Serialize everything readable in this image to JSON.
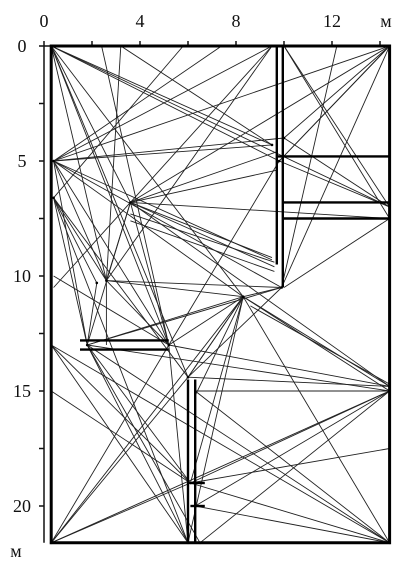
{
  "x_axis": {
    "ticks": [
      {
        "value": 0,
        "label": "0"
      },
      {
        "value": 4,
        "label": "4"
      },
      {
        "value": 8,
        "label": "8"
      },
      {
        "value": 12,
        "label": "12"
      }
    ],
    "unit_label": "м",
    "range": [
      0,
      14
    ]
  },
  "y_axis": {
    "ticks": [
      {
        "value": 0,
        "label": "0"
      },
      {
        "value": 5,
        "label": "5"
      },
      {
        "value": 10,
        "label": "10"
      },
      {
        "value": 15,
        "label": "15"
      },
      {
        "value": 20,
        "label": "20"
      }
    ],
    "unit_label": "м",
    "range": [
      0,
      21.5
    ]
  },
  "plan": {
    "outer_boundary": [
      [
        0.3,
        0
      ],
      [
        14.4,
        0
      ],
      [
        14.4,
        21.6
      ],
      [
        0.3,
        21.6
      ]
    ],
    "walls": [
      [
        [
          9.7,
          0
        ],
        [
          9.7,
          9.5
        ]
      ],
      [
        [
          9.95,
          0
        ],
        [
          9.95,
          10.5
        ]
      ],
      [
        [
          9.7,
          4.8
        ],
        [
          14.4,
          4.8
        ]
      ],
      [
        [
          10,
          6.8
        ],
        [
          14.4,
          6.8
        ]
      ],
      [
        [
          10,
          7.5
        ],
        [
          14.4,
          7.5
        ]
      ],
      [
        [
          1.5,
          12.8
        ],
        [
          5.2,
          12.8
        ]
      ],
      [
        [
          1.5,
          13.2
        ],
        [
          5.2,
          13.2
        ]
      ],
      [
        [
          6,
          14.5
        ],
        [
          6,
          21.6
        ]
      ],
      [
        [
          6.3,
          14.5
        ],
        [
          6.3,
          21.6
        ]
      ],
      [
        [
          6.1,
          19
        ],
        [
          6.7,
          19
        ]
      ],
      [
        [
          6.1,
          20
        ],
        [
          6.7,
          20
        ]
      ]
    ],
    "hubs": [
      [
        0.3,
        0
      ],
      [
        9.5,
        0
      ],
      [
        14.4,
        0
      ],
      [
        0.4,
        5
      ],
      [
        9.5,
        4.3
      ],
      [
        10,
        4
      ],
      [
        9.8,
        5
      ],
      [
        3.6,
        6.8
      ],
      [
        0.4,
        6.6
      ],
      [
        14.4,
        7
      ],
      [
        14.4,
        7.5
      ],
      [
        2.2,
        10.3
      ],
      [
        2.6,
        10.2
      ],
      [
        9.9,
        10.5
      ],
      [
        8.3,
        10.9
      ],
      [
        1.8,
        13
      ],
      [
        5.2,
        13
      ],
      [
        6,
        14.4
      ],
      [
        14.4,
        14.8
      ],
      [
        14.4,
        15
      ],
      [
        6.1,
        19
      ],
      [
        6.3,
        20
      ],
      [
        0.3,
        21.6
      ],
      [
        6,
        21.6
      ],
      [
        6.5,
        21.6
      ],
      [
        14.4,
        21.6
      ]
    ],
    "lines": [
      [
        [
          0.3,
          0
        ],
        [
          9.5,
          4.3
        ]
      ],
      [
        [
          0.3,
          0
        ],
        [
          9.8,
          5
        ]
      ],
      [
        [
          0.3,
          0
        ],
        [
          3.6,
          6.8
        ]
      ],
      [
        [
          0.3,
          0
        ],
        [
          2.6,
          10.2
        ]
      ],
      [
        [
          0.3,
          0
        ],
        [
          5.2,
          13
        ]
      ],
      [
        [
          0.3,
          0
        ],
        [
          6,
          14.4
        ]
      ],
      [
        [
          0.3,
          0
        ],
        [
          14.4,
          7
        ]
      ],
      [
        [
          0.3,
          0
        ],
        [
          8.3,
          10.9
        ]
      ],
      [
        [
          9.5,
          0
        ],
        [
          0.4,
          5
        ]
      ],
      [
        [
          9.5,
          0
        ],
        [
          3.6,
          6.8
        ]
      ],
      [
        [
          9.5,
          0
        ],
        [
          2.6,
          10.2
        ]
      ],
      [
        [
          14.4,
          0
        ],
        [
          10,
          4
        ]
      ],
      [
        [
          14.4,
          0
        ],
        [
          9.8,
          5
        ]
      ],
      [
        [
          14.4,
          0
        ],
        [
          3.6,
          6.8
        ]
      ],
      [
        [
          14.4,
          0
        ],
        [
          0.4,
          5
        ]
      ],
      [
        [
          10,
          0
        ],
        [
          14.4,
          7
        ]
      ],
      [
        [
          10,
          0
        ],
        [
          14.4,
          7.5
        ]
      ],
      [
        [
          10,
          4
        ],
        [
          14.4,
          7
        ]
      ],
      [
        [
          0.4,
          5
        ],
        [
          9.5,
          4.3
        ]
      ],
      [
        [
          0.4,
          5
        ],
        [
          10,
          4
        ]
      ],
      [
        [
          0.4,
          5
        ],
        [
          9.9,
          10.5
        ]
      ],
      [
        [
          0.4,
          5
        ],
        [
          9.5,
          9.3
        ]
      ],
      [
        [
          0.4,
          5
        ],
        [
          5.2,
          13
        ]
      ],
      [
        [
          0.4,
          5
        ],
        [
          2.6,
          10.2
        ]
      ],
      [
        [
          0.4,
          5
        ],
        [
          1.8,
          13
        ]
      ],
      [
        [
          0.4,
          5
        ],
        [
          8.3,
          10.9
        ]
      ],
      [
        [
          3.6,
          6.8
        ],
        [
          9.7,
          4.6
        ]
      ],
      [
        [
          3.6,
          6.8
        ],
        [
          9.7,
          5.4
        ]
      ],
      [
        [
          3.6,
          6.8
        ],
        [
          9.5,
          9.2
        ]
      ],
      [
        [
          3.6,
          6.8
        ],
        [
          9.6,
          9.6
        ]
      ],
      [
        [
          3.6,
          6.8
        ],
        [
          1.8,
          13
        ]
      ],
      [
        [
          3.6,
          6.8
        ],
        [
          2.6,
          10.2
        ]
      ],
      [
        [
          3.6,
          6.8
        ],
        [
          14.4,
          7.5
        ]
      ],
      [
        [
          3.6,
          6.8
        ],
        [
          14.4,
          14.8
        ]
      ],
      [
        [
          3.6,
          6.8
        ],
        [
          5.2,
          13
        ]
      ],
      [
        [
          3.6,
          7.3
        ],
        [
          9.6,
          9.4
        ]
      ],
      [
        [
          3.6,
          7.6
        ],
        [
          9.6,
          9.8
        ]
      ],
      [
        [
          0.4,
          6.6
        ],
        [
          2.2,
          10.3
        ]
      ],
      [
        [
          0.4,
          6.6
        ],
        [
          1.8,
          13
        ]
      ],
      [
        [
          0.4,
          6.6
        ],
        [
          6,
          14.4
        ]
      ],
      [
        [
          0.4,
          6.6
        ],
        [
          6,
          21.6
        ]
      ],
      [
        [
          0.4,
          6.6
        ],
        [
          2.6,
          10.2
        ]
      ],
      [
        [
          9.8,
          5
        ],
        [
          14.4,
          7
        ]
      ],
      [
        [
          9.8,
          5
        ],
        [
          14.4,
          0
        ]
      ],
      [
        [
          9.8,
          5
        ],
        [
          5.2,
          13
        ]
      ],
      [
        [
          10,
          7.5
        ],
        [
          14.4,
          7.5
        ]
      ],
      [
        [
          10,
          10.5
        ],
        [
          14.4,
          7.5
        ]
      ],
      [
        [
          2.6,
          10.2
        ],
        [
          9.9,
          10.5
        ]
      ],
      [
        [
          2.6,
          10.2
        ],
        [
          8.3,
          10.9
        ]
      ],
      [
        [
          2.6,
          10.2
        ],
        [
          5.2,
          13
        ]
      ],
      [
        [
          2.2,
          10.3
        ],
        [
          1.8,
          13
        ]
      ],
      [
        [
          2.6,
          10.2
        ],
        [
          2.6,
          13
        ]
      ],
      [
        [
          1.8,
          13
        ],
        [
          9.9,
          10.5
        ]
      ],
      [
        [
          1.8,
          13
        ],
        [
          8.3,
          10.9
        ]
      ],
      [
        [
          1.8,
          13
        ],
        [
          14.4,
          15
        ]
      ],
      [
        [
          1.8,
          13
        ],
        [
          6,
          21.6
        ]
      ],
      [
        [
          1.8,
          13
        ],
        [
          6.1,
          19
        ]
      ],
      [
        [
          1.8,
          13
        ],
        [
          14.4,
          21.6
        ]
      ],
      [
        [
          5.2,
          13
        ],
        [
          8.3,
          10.9
        ]
      ],
      [
        [
          5.2,
          13
        ],
        [
          6,
          21.6
        ]
      ],
      [
        [
          5.2,
          13
        ],
        [
          14.4,
          14.8
        ]
      ],
      [
        [
          8.3,
          10.9
        ],
        [
          14.4,
          14.8
        ]
      ],
      [
        [
          8.3,
          10.9
        ],
        [
          14.4,
          15
        ]
      ],
      [
        [
          8.3,
          10.9
        ],
        [
          6,
          14.4
        ]
      ],
      [
        [
          8.3,
          10.9
        ],
        [
          6.3,
          15.2
        ]
      ],
      [
        [
          8.3,
          10.9
        ],
        [
          9.9,
          10.5
        ]
      ],
      [
        [
          8.3,
          10.9
        ],
        [
          6.1,
          19
        ]
      ],
      [
        [
          8.3,
          10.9
        ],
        [
          14.4,
          21.6
        ]
      ],
      [
        [
          8.6,
          11.3
        ],
        [
          14.4,
          14.7
        ]
      ],
      [
        [
          6,
          14.4
        ],
        [
          14.4,
          14.8
        ]
      ],
      [
        [
          6,
          14.4
        ],
        [
          8.3,
          10.9
        ]
      ],
      [
        [
          6.3,
          15
        ],
        [
          14.4,
          15
        ]
      ],
      [
        [
          6.3,
          15
        ],
        [
          14.4,
          21.6
        ]
      ],
      [
        [
          0.3,
          13
        ],
        [
          6.1,
          19
        ]
      ],
      [
        [
          0.3,
          13
        ],
        [
          6,
          21.6
        ]
      ],
      [
        [
          0.3,
          13
        ],
        [
          14.4,
          21.6
        ]
      ],
      [
        [
          0.3,
          15
        ],
        [
          6.1,
          19
        ]
      ],
      [
        [
          0.3,
          21.6
        ],
        [
          6.1,
          19
        ]
      ],
      [
        [
          0.3,
          21.6
        ],
        [
          6,
          14.4
        ]
      ],
      [
        [
          0.3,
          21.6
        ],
        [
          14.4,
          15
        ]
      ],
      [
        [
          0.3,
          21.6
        ],
        [
          8.3,
          10.9
        ]
      ],
      [
        [
          0.3,
          21.6
        ],
        [
          5.2,
          13
        ]
      ],
      [
        [
          6.1,
          19
        ],
        [
          14.4,
          15
        ]
      ],
      [
        [
          6.1,
          19
        ],
        [
          14.4,
          21.6
        ]
      ],
      [
        [
          6.3,
          20
        ],
        [
          14.4,
          15
        ]
      ],
      [
        [
          6.3,
          20
        ],
        [
          14.4,
          21.6
        ]
      ],
      [
        [
          6.5,
          21.6
        ],
        [
          14.4,
          15
        ]
      ],
      [
        [
          6.1,
          19
        ],
        [
          14.4,
          17.5
        ]
      ],
      [
        [
          6,
          21.6
        ],
        [
          8.3,
          10.9
        ]
      ],
      [
        [
          6.5,
          21.6
        ],
        [
          1.8,
          13
        ]
      ],
      [
        [
          3.2,
          0
        ],
        [
          2.6,
          10.2
        ]
      ],
      [
        [
          3.2,
          0
        ],
        [
          9.5,
          4.3
        ]
      ],
      [
        [
          5.8,
          0
        ],
        [
          0.4,
          6.6
        ]
      ],
      [
        [
          2.4,
          0
        ],
        [
          5.2,
          13
        ]
      ],
      [
        [
          7.4,
          0
        ],
        [
          0.4,
          5
        ]
      ],
      [
        [
          12.2,
          0
        ],
        [
          9.9,
          10.5
        ]
      ],
      [
        [
          0.4,
          10
        ],
        [
          5.2,
          13
        ]
      ],
      [
        [
          0.4,
          10.5
        ],
        [
          3.6,
          6.8
        ]
      ],
      [
        [
          9.9,
          10.5
        ],
        [
          14.4,
          0
        ]
      ],
      [
        [
          9.9,
          10.5
        ],
        [
          6,
          14.4
        ]
      ]
    ]
  }
}
